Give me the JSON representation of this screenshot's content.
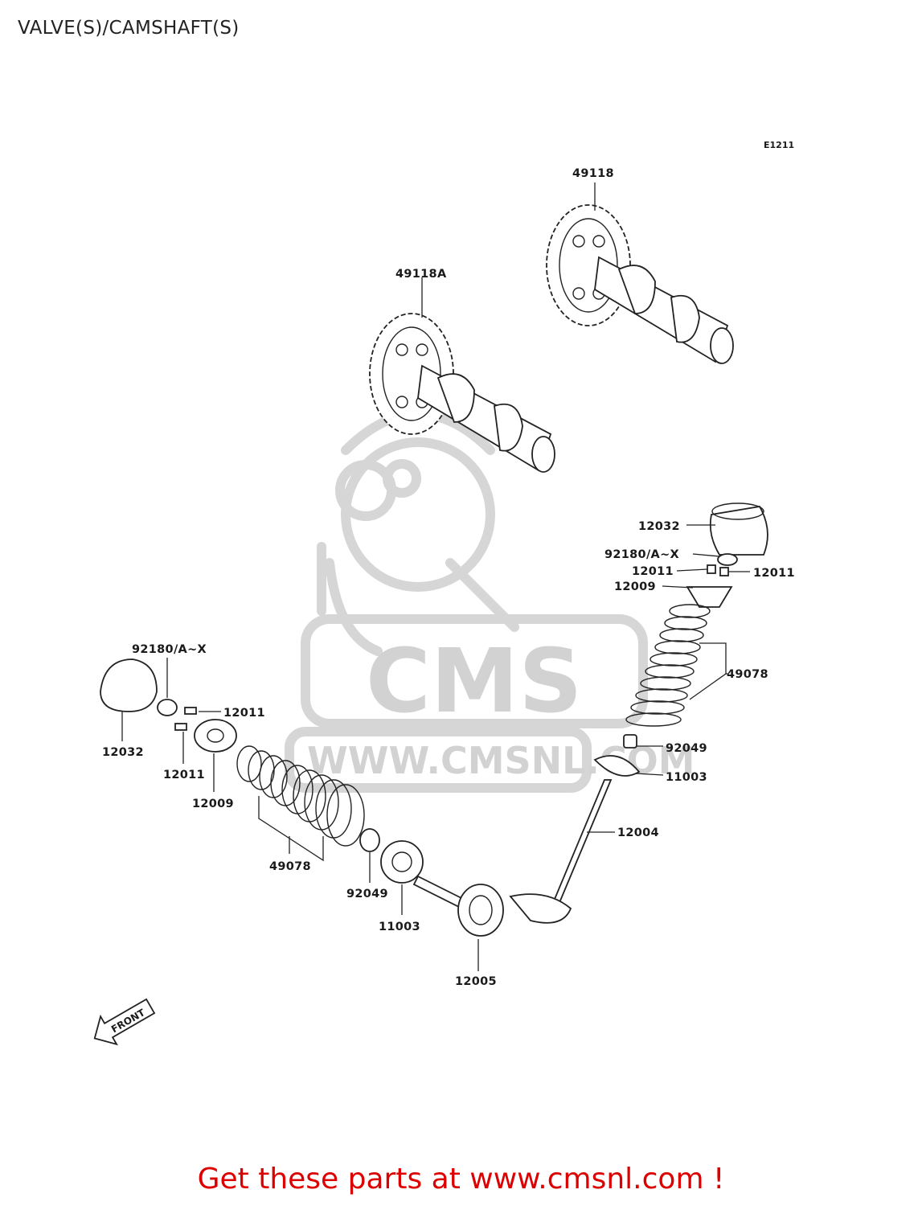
{
  "page": {
    "title": "VALVE(S)/CAMSHAFT(S)",
    "footer": "Get these parts at www.cmsnl.com !"
  },
  "diagram": {
    "code": "E1211",
    "front_label": "FRONT",
    "watermark": {
      "logo_text": "CMS",
      "url_text": "WWW.CMSNL.COM"
    },
    "labels": {
      "camshaft_exhaust": "49118",
      "camshaft_intake": "49118A",
      "right_tappet": "12032",
      "right_shim": "92180/A~X",
      "right_cotter_left": "12011",
      "right_cotter_right": "12011",
      "right_retainer": "12009",
      "right_spring": "49078",
      "right_seal": "92049",
      "right_seat": "11003",
      "right_valve": "12004",
      "left_shim": "92180/A~X",
      "left_cotter_top": "12011",
      "left_tappet": "12032",
      "left_cotter_bottom": "12011",
      "left_retainer": "12009",
      "left_spring": "49078",
      "left_seal": "92049",
      "left_seat": "11003",
      "left_valve": "12005"
    }
  }
}
